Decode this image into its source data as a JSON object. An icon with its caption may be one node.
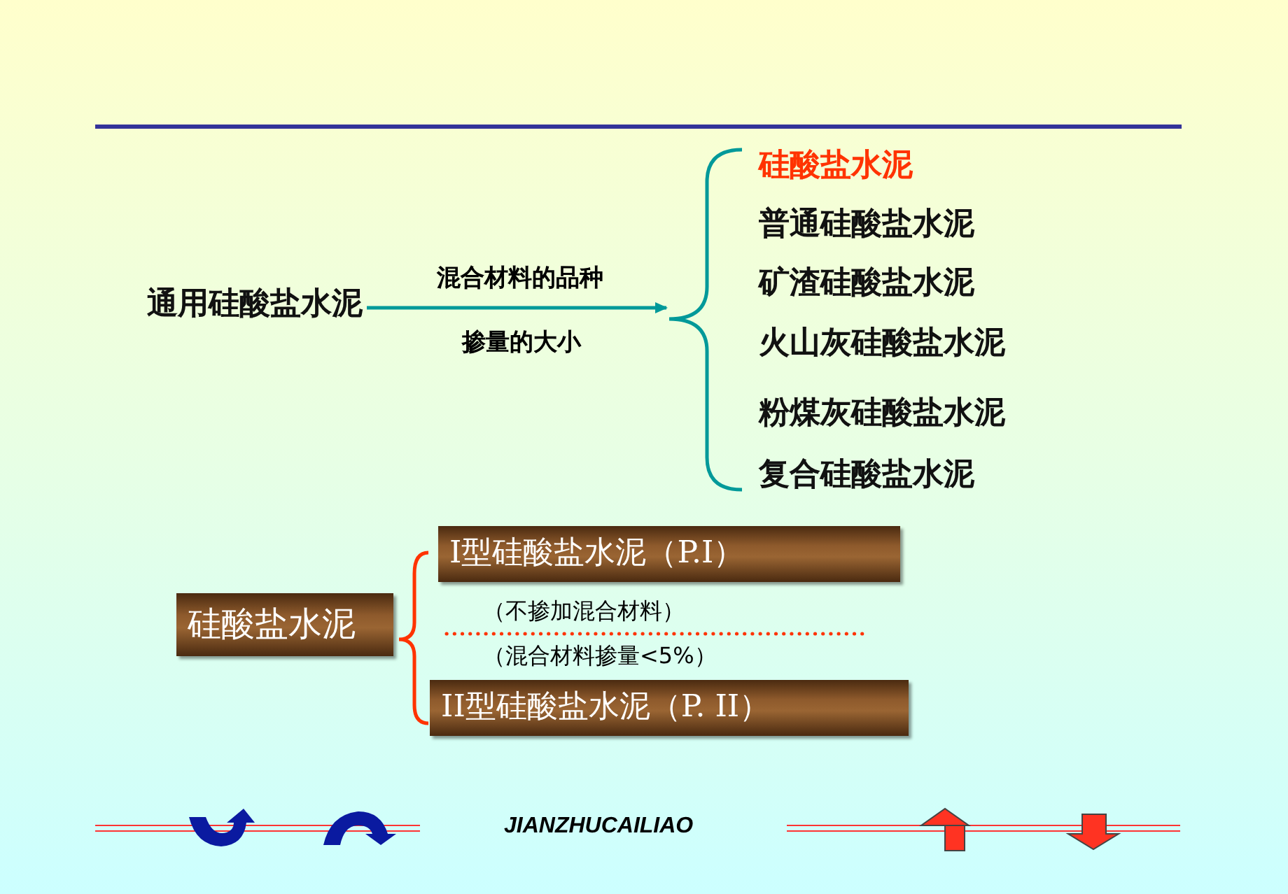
{
  "diagram": {
    "nodes": [
      {
        "text": [
          "通用硅酸盐水泥"
        ]
      },
      {
        "text": [
          "硅酸盐水泥"
        ]
      },
      {
        "text": [
          "普通硅酸盐水泥"
        ]
      },
      {
        "text": [
          "矿渣硅酸盐水泥"
        ]
      },
      {
        "text": [
          "火山灰硅酸盐水泥"
        ]
      },
      {
        "text": [
          "粉煤灰硅酸盐水泥"
        ]
      },
      {
        "text": [
          "复合硅酸盐水泥"
        ]
      },
      {
        "text": [
          "硅酸盐水泥"
        ]
      },
      {
        "text": [
          "I型硅酸盐水泥（P.I）"
        ]
      },
      {
        "text": [
          "II型硅酸盐水泥（P. II）"
        ]
      },
      {
        "text": [],
        "shape": "brace"
      }
    ],
    "edges": [
      {
        "from": 0,
        "to": 10,
        "arrow": "to"
      }
    ],
    "labels": [
      "混合材料的品种",
      "掺量的大小",
      "（不掺加混合材料）",
      "（混合材料掺量<5%）",
      "JIANZHUCAILIAO"
    ]
  }
}
